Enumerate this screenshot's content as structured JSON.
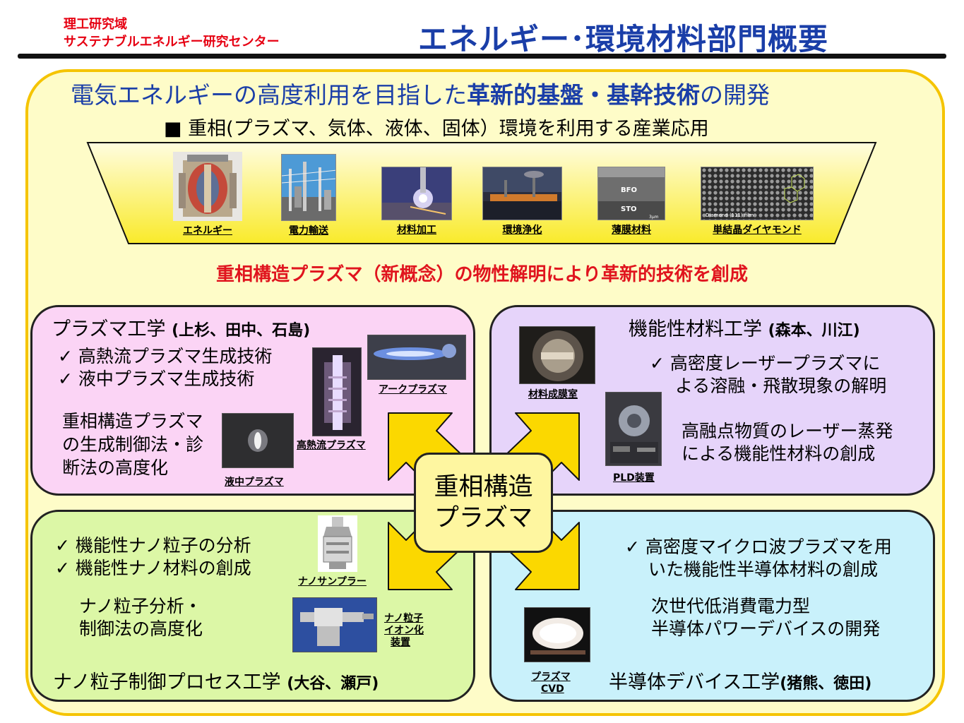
{
  "header": {
    "org_line1": "理工研究域",
    "org_line2": "サステナブルエネルギー研究センター",
    "title": "エネルギー･環境材料部門概要"
  },
  "main": {
    "heading_pre": "電気エネルギーの高度利用を目指した",
    "heading_bold": "革新的基盤・基幹技術",
    "heading_post": "の開発",
    "subheading": "■ 重相(プラズマ、気体、液体、固体）環境を利用する産業応用",
    "applications": [
      {
        "label": "エネルギー"
      },
      {
        "label": "電力輸送"
      },
      {
        "label": "材料加工"
      },
      {
        "label": "環境浄化"
      },
      {
        "label": "薄膜材料",
        "image_text": [
          "BFO",
          "STO",
          "3μm"
        ]
      },
      {
        "label": "単結晶ダイヤモンド",
        "image_text": [
          "Diamond (111) film"
        ]
      }
    ],
    "red_statement": "重相構造プラズマ（新概念）の物性解明により革新的技術を創成"
  },
  "center": {
    "line1": "重相構造",
    "line2": "プラズマ"
  },
  "quadrants": {
    "plasma": {
      "title": "プラズマ工学",
      "members": "(上杉、田中、石島)",
      "bullets": [
        "✓ 高熱流プラズマ生成技術",
        "✓ 液中プラズマ生成技術"
      ],
      "desc": [
        "重相構造プラズマ",
        "の生成制御法・診",
        "断法の高度化"
      ],
      "captions": {
        "arc": "アークプラズマ",
        "high_heat": "高熱流プラズマ",
        "liquid": "液中プラズマ"
      }
    },
    "functional": {
      "title": "機能性材料工学",
      "members": "(森本、川江)",
      "bullets": [
        "✓ 高密度レーザープラズマに",
        "よる溶融・飛散現象の解明"
      ],
      "desc": [
        "高融点物質のレーザー蒸発",
        "による機能性材料の創成"
      ],
      "captions": {
        "chamber": "材料成膜室",
        "pld": "PLD装置"
      }
    },
    "nano": {
      "title": "ナノ粒子制御プロセス工学",
      "members": "(大谷、瀬戸)",
      "bullets": [
        "✓ 機能性ナノ粒子の分析",
        "✓ 機能性ナノ材料の創成"
      ],
      "desc": [
        "ナノ粒子分析・",
        "制御法の高度化"
      ],
      "captions": {
        "sampler": "ナノサンプラー",
        "ionizer": [
          "ナノ粒子",
          "イオン化",
          "装置"
        ]
      }
    },
    "semi": {
      "title": "半導体デバイス工学",
      "members": "(猪熊、徳田)",
      "bullets": [
        "✓ 高密度マイクロ波プラズマを用",
        "いた機能性半導体材料の創成"
      ],
      "desc": [
        "次世代低消費電力型",
        "半導体パワーデバイスの開発"
      ],
      "captions": {
        "cvd": [
          "プラズマ",
          "CVD"
        ]
      }
    }
  },
  "colors": {
    "title_blue": "#1a3ea8",
    "accent_red": "#e60012",
    "main_bg": "#fefcc8",
    "main_border": "#f5c400",
    "pink": "#fbd4f5",
    "lavender": "#e6d4fa",
    "green": "#dcf7a6",
    "cyan": "#c9f1fb",
    "arrow": "#fbd800"
  }
}
